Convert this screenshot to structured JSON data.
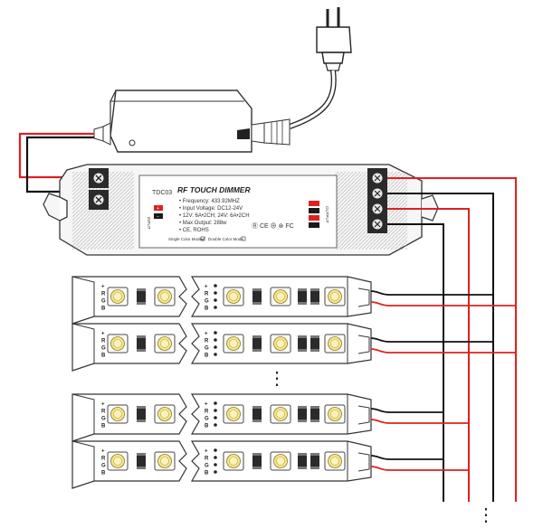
{
  "controller": {
    "brand": "TDC03",
    "title": "RF TOUCH DIMMER",
    "specs": [
      "• Frequency: 433.92MHZ",
      "• Input Voltage: DC12-24V",
      "• 12V: 6A•2CH; 24V: 6A•2CH",
      "• Max Output: 288w",
      "• CE, ROHS"
    ],
    "input_label": "INPUT",
    "output_label": "OUTPUT",
    "mode_single": "Single Color Mode",
    "mode_double": "Double Color Mode",
    "cert_marks": "Ⓡ CE ⊕ ⊛ FC"
  },
  "strip": {
    "pin_plus": "+",
    "pin_r": "R",
    "pin_g": "G",
    "pin_b": "B"
  },
  "ellipsis": "⋮",
  "bottom_ellipsis": "⋮",
  "colors": {
    "wire_red": "#e02020",
    "wire_black": "#111111",
    "outline": "#333333",
    "body_fill": "#f4f4f4",
    "led_yellow": "#f6e58d",
    "terminal": "#2b2b2b"
  }
}
